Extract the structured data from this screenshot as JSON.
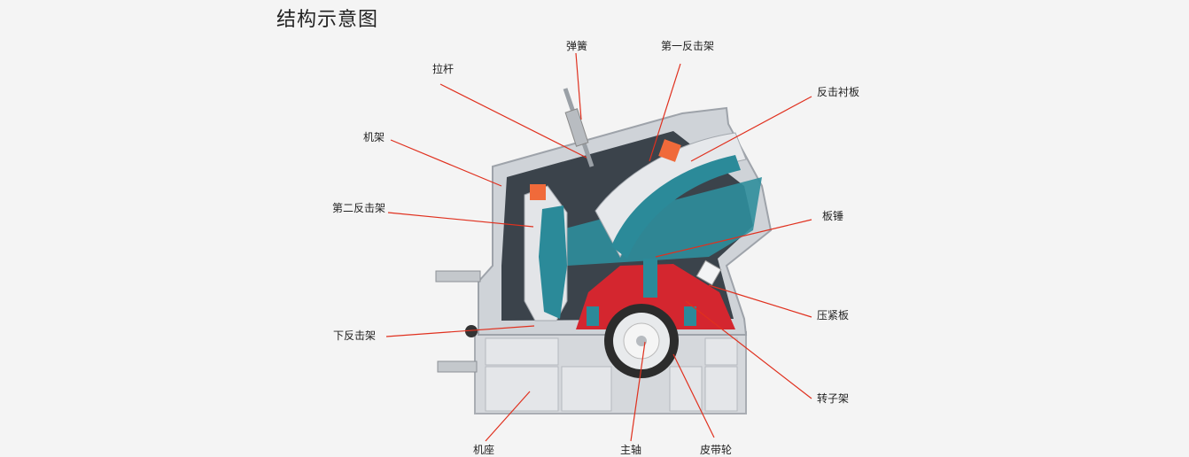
{
  "title": "结构示意图",
  "labels": {
    "spring": "弹簧",
    "first_impact_rack": "第一反击架",
    "tie_rod": "拉杆",
    "impact_liner": "反击衬板",
    "frame": "机架",
    "second_impact_rack": "第二反击架",
    "blow_bar": "板锤",
    "pressing_plate": "压紧板",
    "lower_impact_rack": "下反击架",
    "rotor_frame": "转子架",
    "base": "机座",
    "main_shaft": "主轴",
    "pulley": "皮带轮"
  },
  "colors": {
    "leader_line": "#e0301e",
    "liner": "#2a8a99",
    "rotor": "#d4262f",
    "frame": "#c9cdd2",
    "accent": "#f06a3a"
  }
}
